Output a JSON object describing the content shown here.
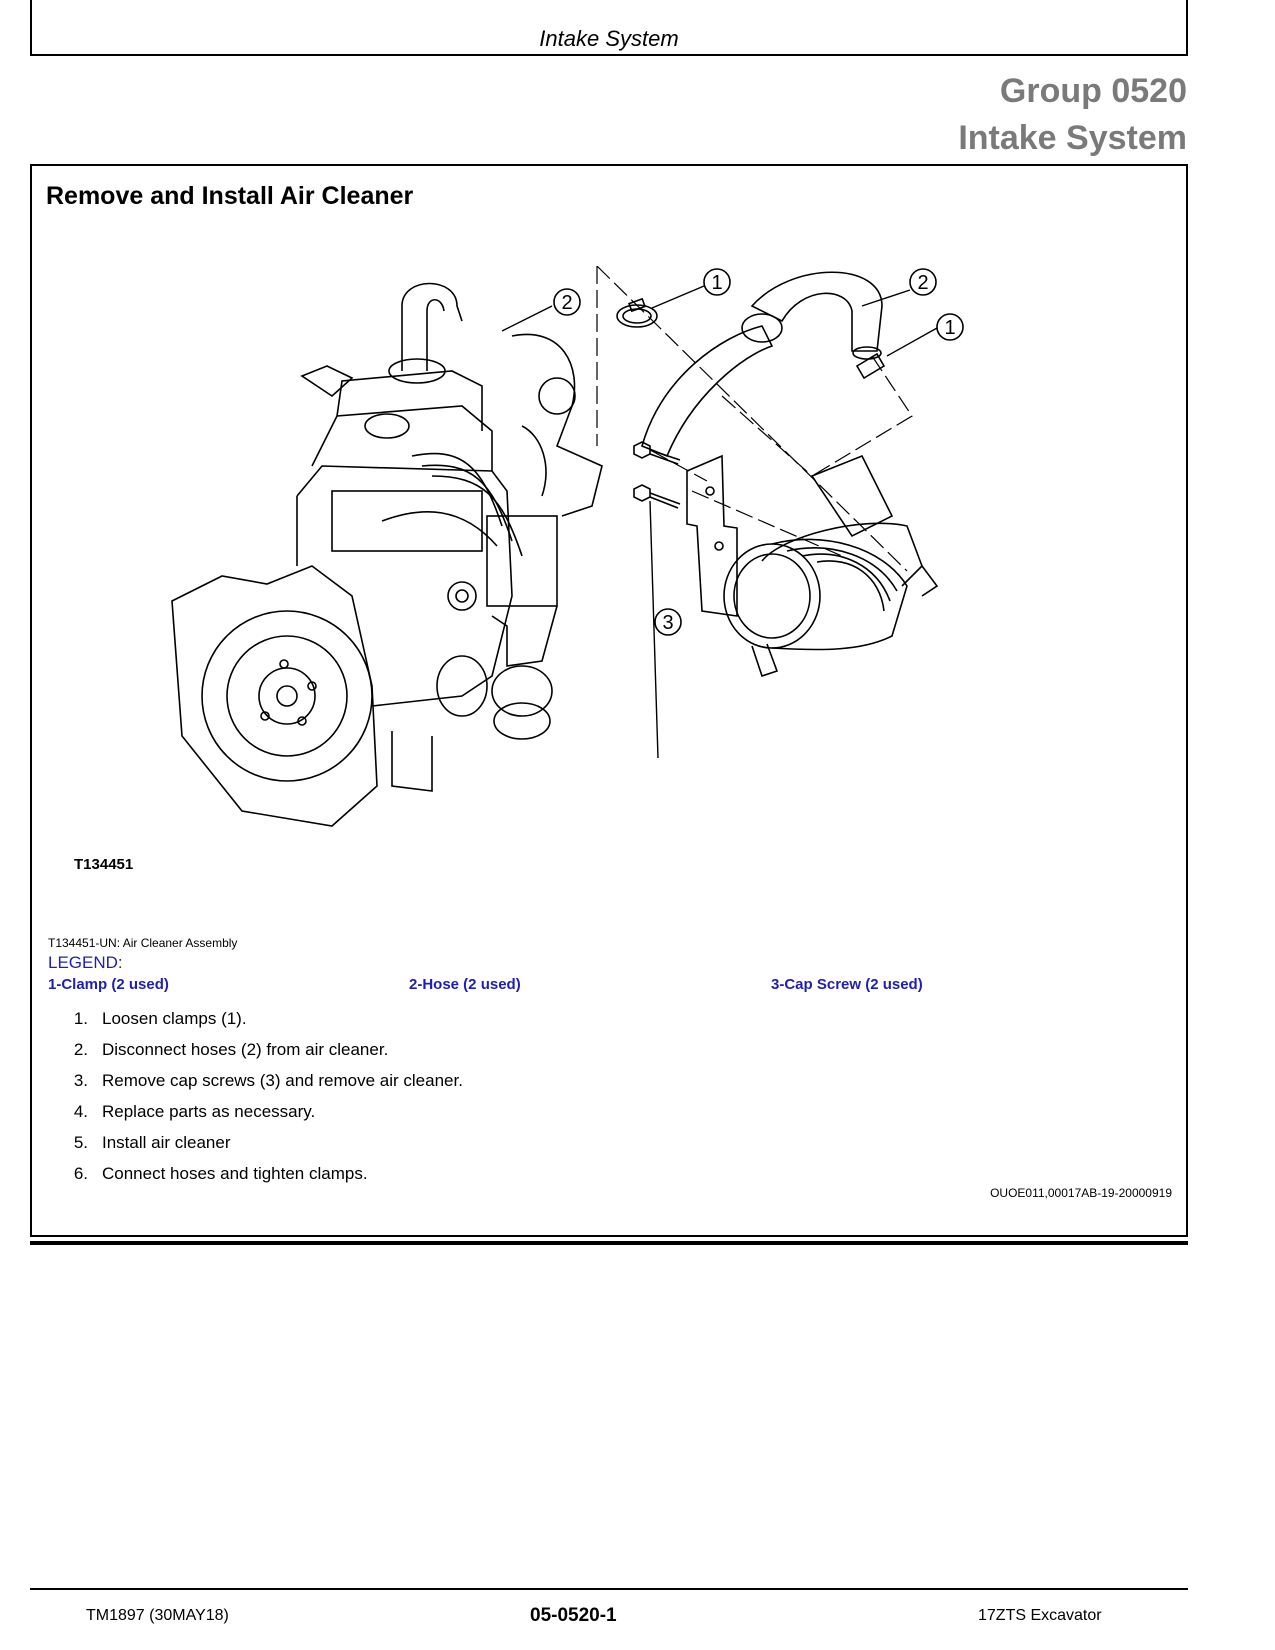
{
  "header": {
    "running_head": "Intake System",
    "group_number": "Group 0520",
    "group_title": "Intake System"
  },
  "section": {
    "title": "Remove and Install Air Cleaner"
  },
  "figure": {
    "id": "T134451",
    "caption": "T134451-UN: Air Cleaner Assembly",
    "callouts": [
      "1",
      "2",
      "3"
    ]
  },
  "legend": {
    "title": "LEGEND:",
    "items": [
      "1-Clamp (2 used)",
      "2-Hose (2 used)",
      "3-Cap Screw (2 used)"
    ]
  },
  "steps": [
    {
      "num": "1.",
      "text": "Loosen clamps (1)."
    },
    {
      "num": "2.",
      "text": "Disconnect hoses (2) from air cleaner."
    },
    {
      "num": "3.",
      "text": "Remove cap screws (3) and remove air cleaner."
    },
    {
      "num": "4.",
      "text": "Replace parts as necessary."
    },
    {
      "num": "5.",
      "text": "Install air cleaner"
    },
    {
      "num": "6.",
      "text": "Connect hoses and tighten clamps."
    }
  ],
  "reference_code": "OUOE011,00017AB-19-20000919",
  "footer": {
    "left": "TM1897 (30MAY18)",
    "center": "05-0520-1",
    "right": "17ZTS Excavator"
  },
  "colors": {
    "legend_blue": "#1f1fb4",
    "group_gray": "#7a7a7a"
  }
}
